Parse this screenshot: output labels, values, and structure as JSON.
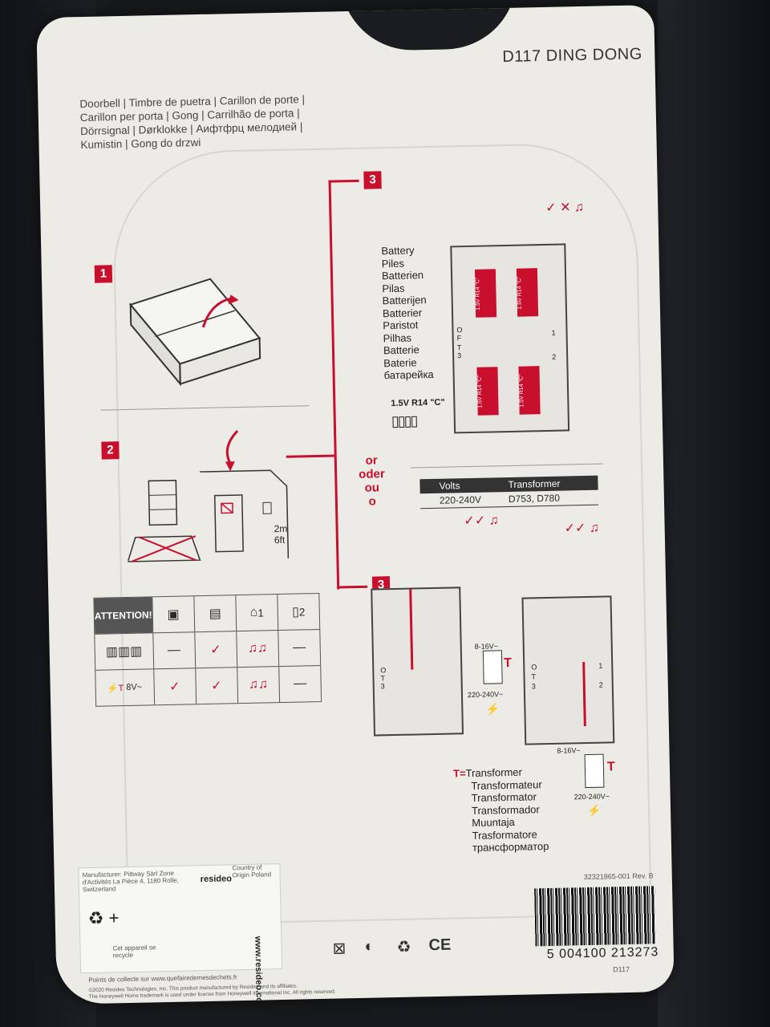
{
  "product": {
    "title": "D117 DING DONG"
  },
  "names": "Doorbell | Timbre de puetra | Carillon de porte | Carillon per porta | Gong | Carrilhão de porta | Dörrsignal | Dørklokke | Аифтфрц мелодией | Kumistin | Gong do drzwi",
  "steps": {
    "s1": "1",
    "s2": "2",
    "s3a": "3",
    "s3b": "3"
  },
  "height_label": {
    "m": "2m",
    "ft": "6ft"
  },
  "battery": {
    "words": [
      "Battery",
      "Piles",
      "Batterien",
      "Pilas",
      "Batterijen",
      "Batterier",
      "Paristot",
      "Pilhas",
      "Batterie",
      "Baterie",
      "батарейка"
    ],
    "spec": "1.5V R14 \"C\"",
    "cell_label": "1.5V R14 \"C\""
  },
  "switch_labels": {
    "o": "O",
    "f": "F",
    "t": "T",
    "three": "3",
    "one": "1",
    "two": "2"
  },
  "or_words": [
    "or",
    "oder",
    "ou",
    "o"
  ],
  "volts_table": {
    "headers": [
      "Volts",
      "Transformer"
    ],
    "row": [
      "220-240V",
      "D753, D780"
    ]
  },
  "wiring": {
    "low_v": "8-16V~",
    "mains": "220-240V~",
    "t": "T"
  },
  "attention": {
    "title": "ATTENTION!",
    "col_nums": [
      "1",
      "2"
    ],
    "row2_label": "8V~"
  },
  "transformer": {
    "prefix": "T=",
    "words": [
      "Transformer",
      "Transformateur",
      "Transformator",
      "Transformador",
      "Muuntaja",
      "Trasformatore",
      "трансформатор"
    ]
  },
  "footer": {
    "manufacturer": "Manufacturer: Pittway Sàrl Zone d'Activités La Pièce 4, 1180 Rolle, Switzerland",
    "brand": "resideo",
    "origin": "Country of Origin Poland",
    "website": "www.resideo.com",
    "recycle_note": "Cet appareil se recycle",
    "collect": "Points de collecte sur www.quefairedemesdechets.fr",
    "copyright": "©2020 Resideo Technologies, Inc. This product manufactured by Resideo and its affiliates.",
    "trademark": "The Honeywell Home trademark is used under license from Honeywell International Inc. All rights reserved.",
    "part_no": "32321865-001 Rev. B",
    "barcode_digits": "5 004100 213273",
    "model_small": "D117",
    "ce": "CE"
  }
}
